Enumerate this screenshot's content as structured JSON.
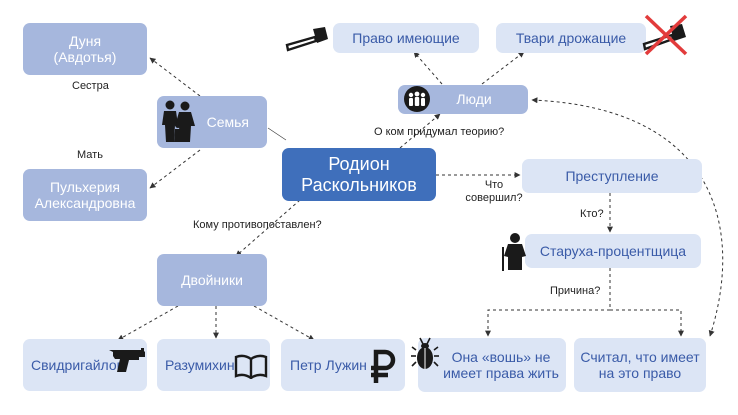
{
  "center": "Родион Раскольников",
  "nodes": {
    "dunya": "Дуня (Авдотья)",
    "pulkheria": "Пульхерия Александровна",
    "family": "Семья",
    "doubles": "Двойники",
    "svidrigailov": "Свидригайлов",
    "razumikhin": "Разумихин",
    "luzhin": "Петр Лужин",
    "people": "Люди",
    "right_having": "Право имеющие",
    "trembling": "Твари дрожащие",
    "crime": "Преступление",
    "old_woman": "Старуха-процентщица",
    "louse": "Она «вошь» не имеет права жить",
    "believed_right": "Считал, что имеет на это право"
  },
  "labels": {
    "sister": "Сестра",
    "mother": "Мать",
    "opposed": "Кому противопоставлен?",
    "theory": "О ком придумал теорию?",
    "what_did": "Что совершил?",
    "who": "Кто?",
    "reason": "Причина?"
  },
  "icons": [
    "family-icon",
    "pistol-icon",
    "book-icon",
    "ruble-icon",
    "crowd-icon",
    "axe-icon",
    "crossed-axe-icon",
    "old-woman-icon",
    "bug-icon"
  ],
  "colors": {
    "center": "#3f6fbb",
    "node": "#a6b7dd",
    "pale": "#dce5f5",
    "pale_text": "#3a5ba8",
    "cross": "#e23b3b"
  }
}
